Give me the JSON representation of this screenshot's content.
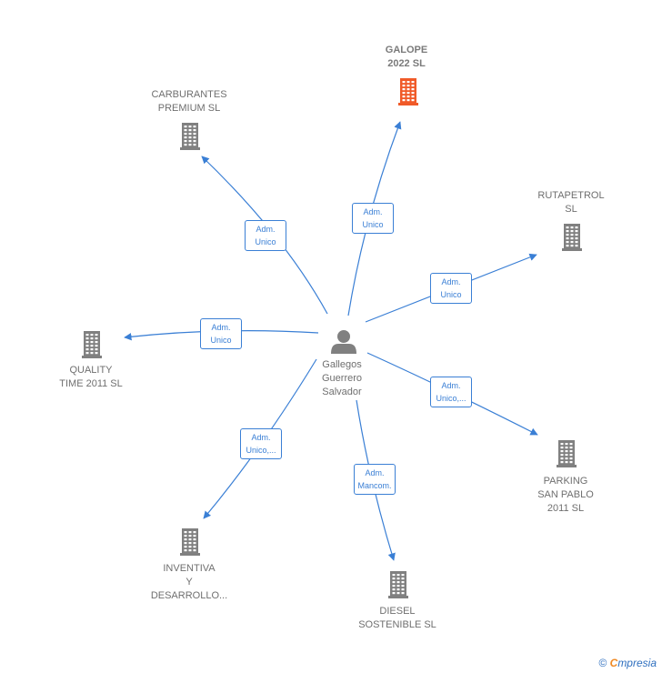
{
  "colors": {
    "edge": "#3a7fd5",
    "building": "#808080",
    "building_focus": "#f05a28",
    "person": "#808080",
    "text": "#6f6f6f"
  },
  "center": {
    "name_lines": [
      "Gallegos",
      "Guerrero",
      "Salvador"
    ],
    "icon": "person-icon"
  },
  "companies": [
    {
      "id": "galope",
      "lines": [
        "GALOPE",
        "2022  SL"
      ],
      "focus": true,
      "icon": "building-icon"
    },
    {
      "id": "carburantes",
      "lines": [
        "CARBURANTES",
        "PREMIUM  SL"
      ],
      "icon": "building-icon"
    },
    {
      "id": "rutapetrol",
      "lines": [
        "RUTAPETROL",
        "SL"
      ],
      "icon": "building-icon"
    },
    {
      "id": "quality",
      "lines": [
        "QUALITY",
        "TIME 2011 SL"
      ],
      "icon": "building-icon"
    },
    {
      "id": "parking",
      "lines": [
        "PARKING",
        "SAN PABLO",
        "2011 SL"
      ],
      "icon": "building-icon"
    },
    {
      "id": "inventiva",
      "lines": [
        "INVENTIVA",
        "Y",
        "DESARROLLO..."
      ],
      "icon": "building-icon"
    },
    {
      "id": "diesel",
      "lines": [
        "DIESEL",
        "SOSTENIBLE SL"
      ],
      "icon": "building-icon"
    }
  ],
  "edges": [
    {
      "to": "galope",
      "lines": [
        "Adm.",
        "Unico"
      ]
    },
    {
      "to": "carburantes",
      "lines": [
        "Adm.",
        "Unico"
      ]
    },
    {
      "to": "rutapetrol",
      "lines": [
        "Adm.",
        "Unico"
      ]
    },
    {
      "to": "quality",
      "lines": [
        "Adm.",
        "Unico"
      ]
    },
    {
      "to": "parking",
      "lines": [
        "Adm.",
        "Unico,..."
      ]
    },
    {
      "to": "inventiva",
      "lines": [
        "Adm.",
        "Unico,..."
      ]
    },
    {
      "to": "diesel",
      "lines": [
        "Adm.",
        "Mancom."
      ]
    }
  ],
  "footer": {
    "copyright": "©",
    "brand_initial": "C",
    "brand_rest": "mpresia"
  }
}
